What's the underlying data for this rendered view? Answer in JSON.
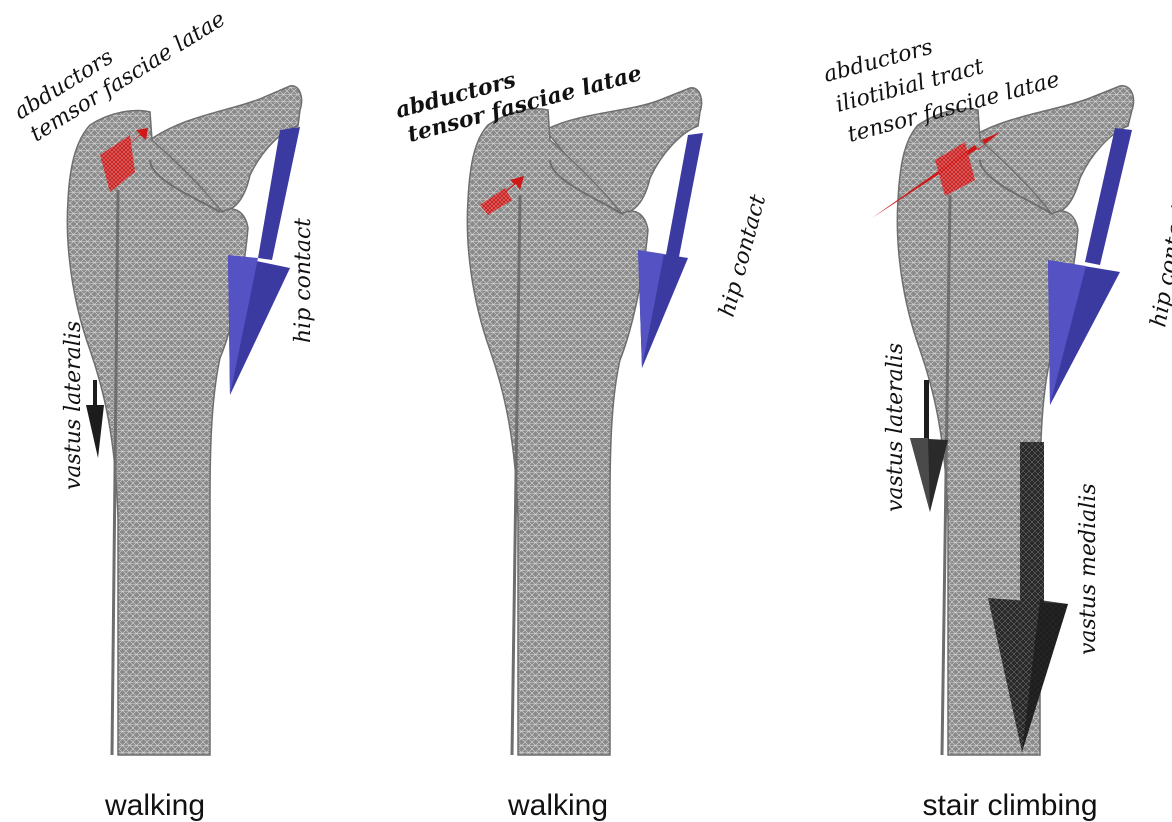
{
  "colors": {
    "bone": "#8a8a8a",
    "bone_dark": "#6e6e6e",
    "mesh": "#ffffff",
    "abductor": "#d01818",
    "hip_contact": "#3b3aa0",
    "hip_contact_light": "#5553c4",
    "vastus": "#1c1c1c",
    "vastus_light": "#3a3a3a"
  },
  "panels": [
    {
      "caption": "walking",
      "labels": {
        "top": [
          "abductors",
          "temsor fasciae latae"
        ],
        "hip": "hip contact",
        "vastus_lateralis": "vastus lateralis"
      }
    },
    {
      "caption": "walking",
      "labels": {
        "top": [
          "abductors",
          "tensor fasciae latae"
        ],
        "hip": "hip contact"
      }
    },
    {
      "caption": "stair climbing",
      "labels": {
        "top": [
          "abductors",
          "iliotibial tract",
          "tensor fasciae latae"
        ],
        "hip": "hip contact",
        "vastus_lateralis": "vastus lateralis",
        "vastus_medialis": "vastus medialis"
      }
    }
  ]
}
